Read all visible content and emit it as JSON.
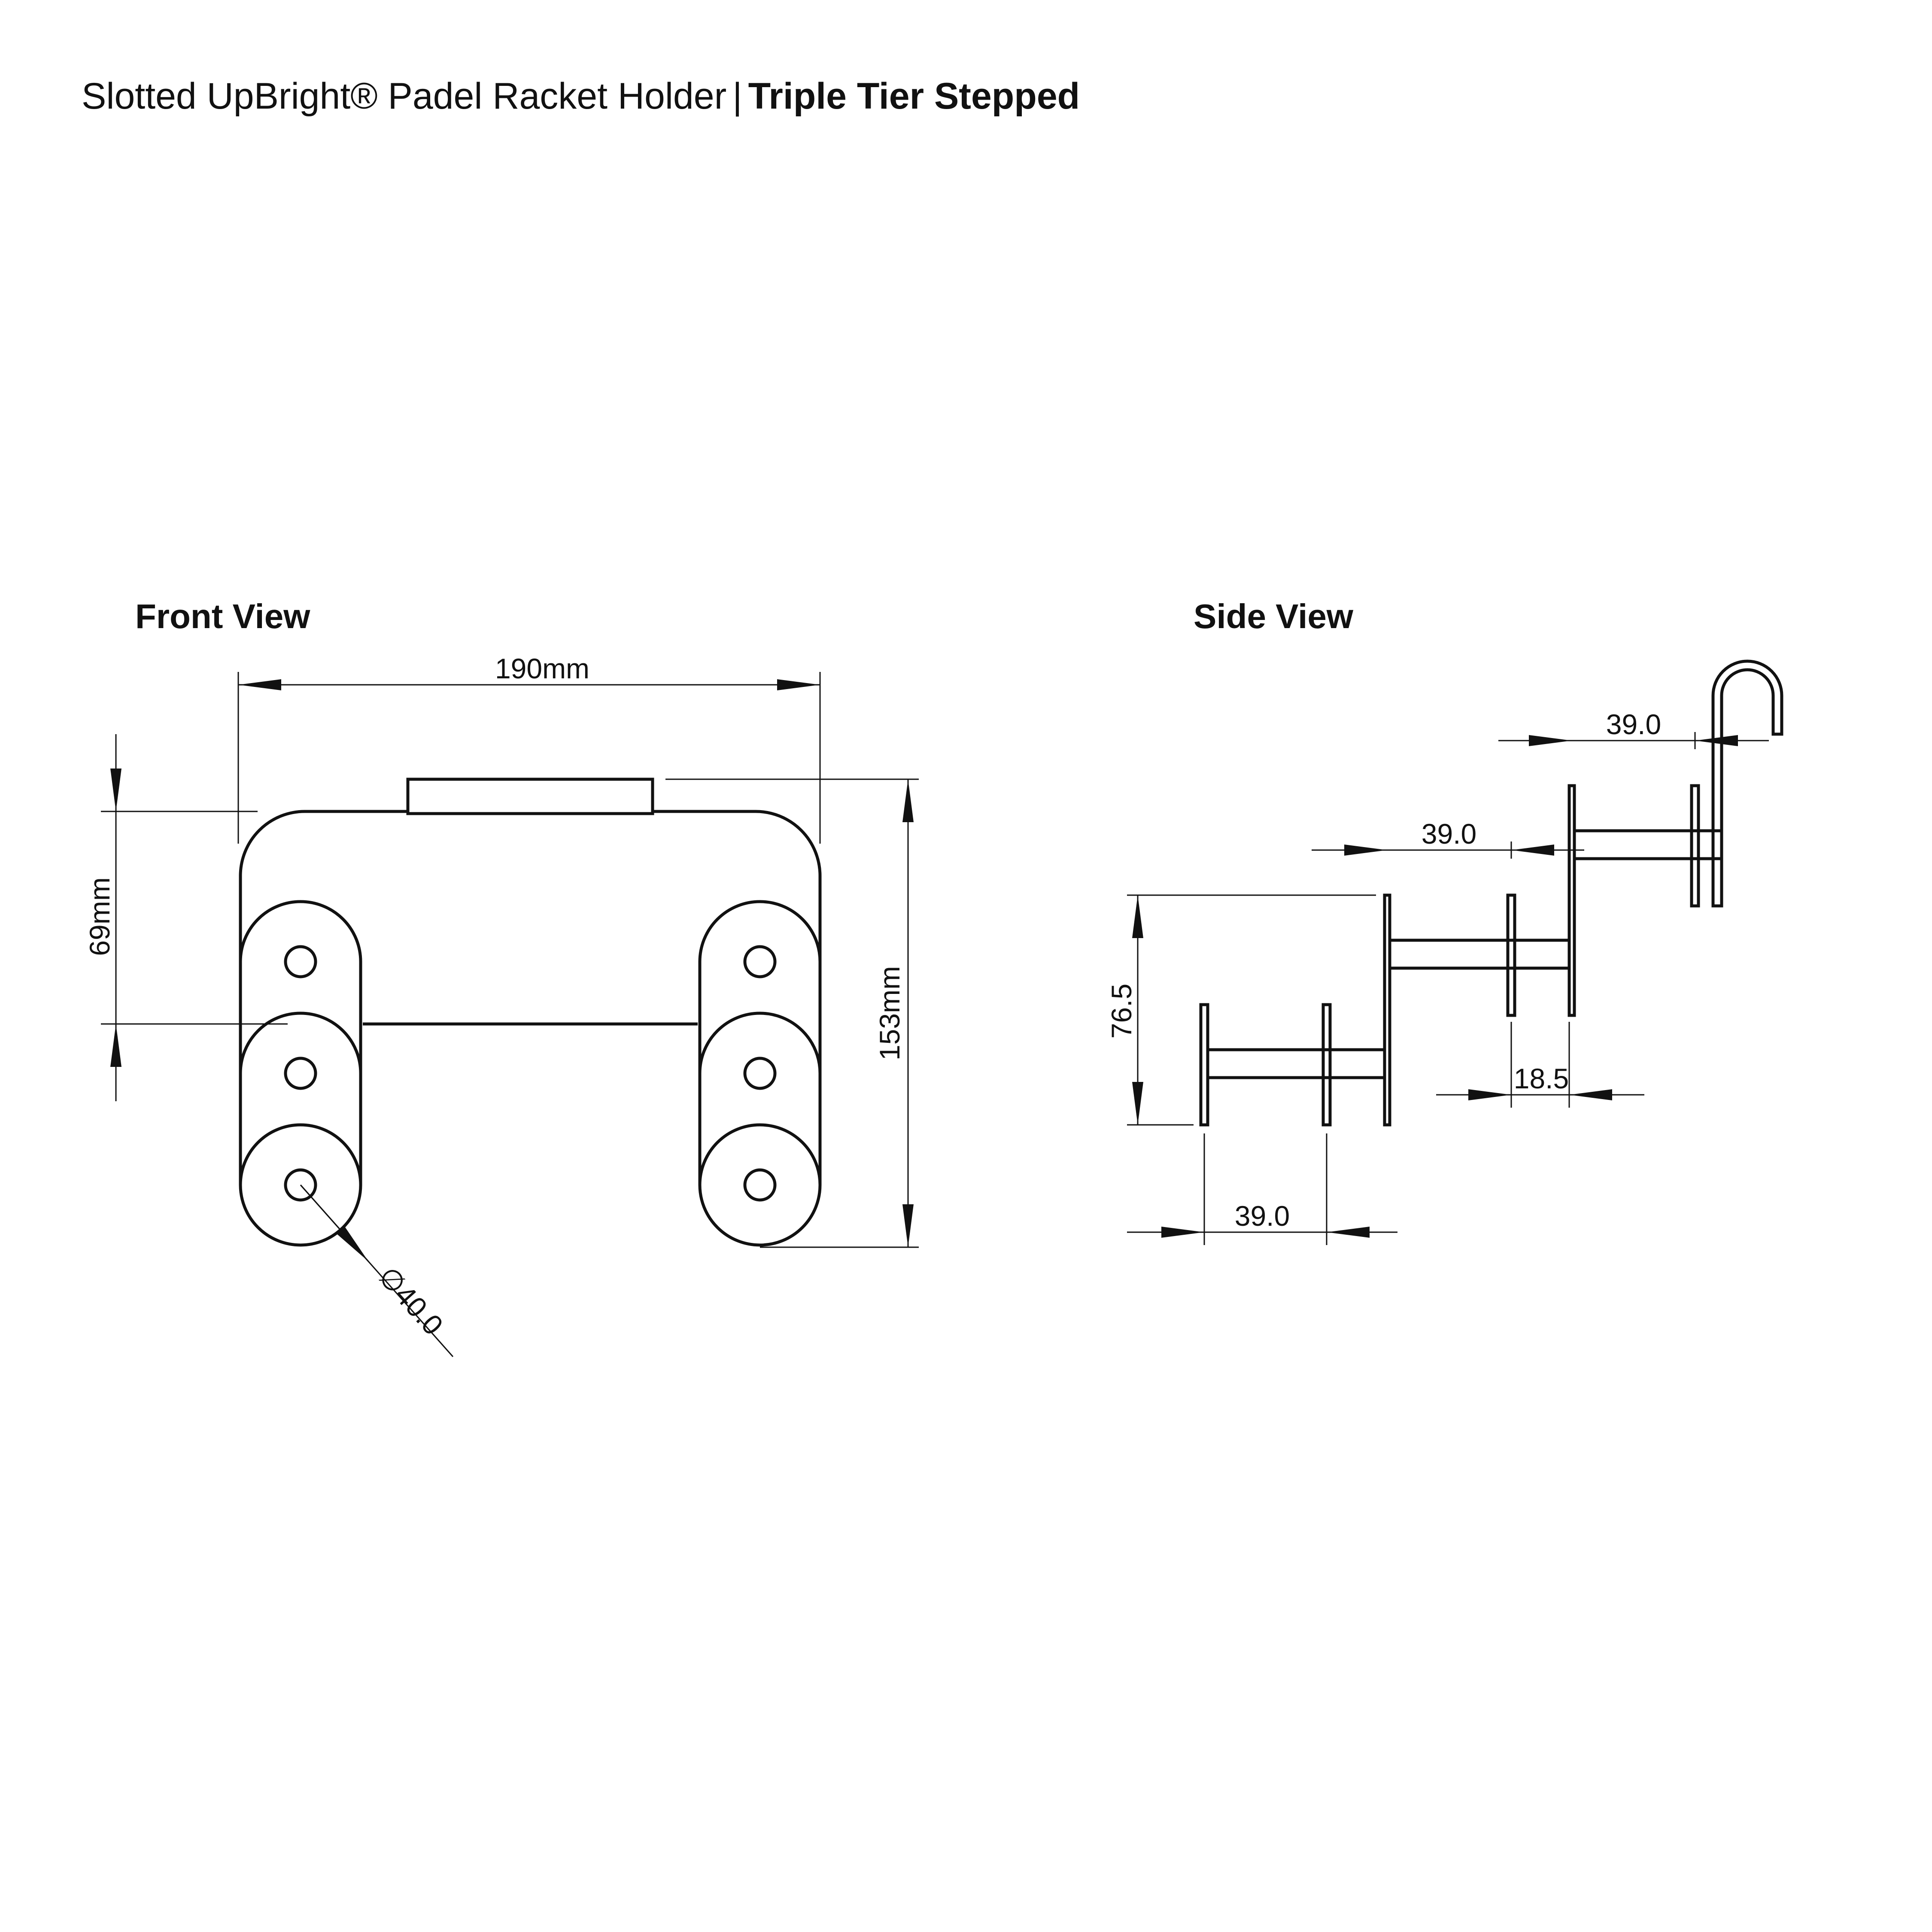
{
  "header": {
    "product": "Slotted UpBright® Padel Racket Holder",
    "separator": "|",
    "variant": "Triple Tier Stepped"
  },
  "front_view": {
    "title": "Front View",
    "width_label": "190mm",
    "height_label": "153mm",
    "spacing_label": "69mm",
    "diameter_symbol": "∅",
    "diameter_label": "40.0"
  },
  "side_view": {
    "title": "Side View",
    "top_depth_label": "39.0",
    "middle_depth_label": "39.0",
    "bottom_depth_label": "39.0",
    "height_label": "76.5",
    "gap_label": "18.5"
  },
  "colors": {
    "line": "#111111",
    "background": "#ffffff"
  }
}
